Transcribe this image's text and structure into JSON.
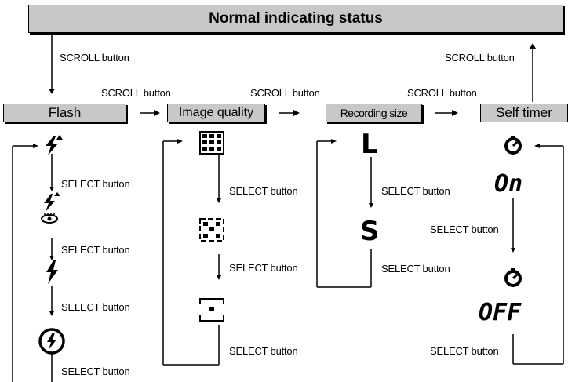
{
  "header": {
    "title": "Normal indicating status"
  },
  "modes": {
    "flash": "Flash",
    "image_quality": "Image quality",
    "recording_size": "Recording size",
    "self_timer": "Self timer"
  },
  "labels": {
    "scroll": "SCROLL button",
    "select": "SELECT button"
  },
  "lcd_text": {
    "size_large": "L",
    "size_small": "S",
    "timer_on": "On",
    "timer_off": "OFF"
  }
}
